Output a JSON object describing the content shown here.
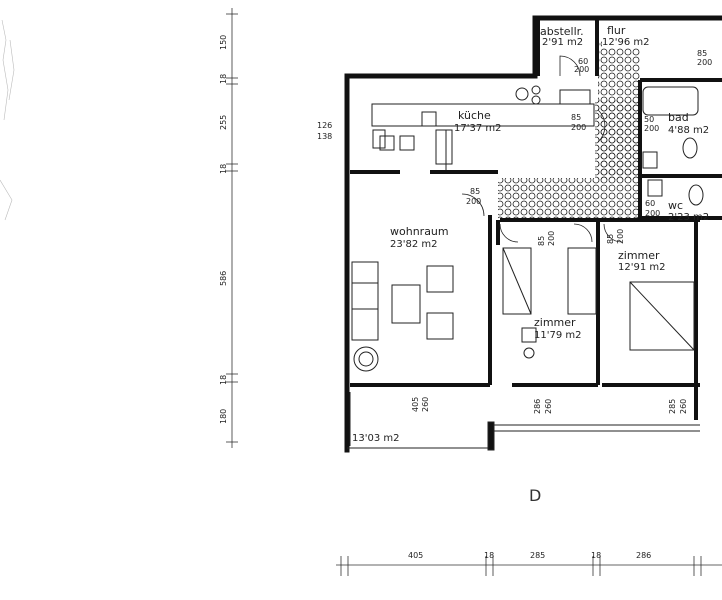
{
  "rooms": {
    "abstell": {
      "name": "abstellr.",
      "area": "2'91 m2"
    },
    "flur": {
      "name": "flur",
      "area": "12'96 m2"
    },
    "kueche": {
      "name": "küche",
      "area": "17'37 m2"
    },
    "bad": {
      "name": "bad",
      "area": "4'88 m2"
    },
    "wc": {
      "name": "wc",
      "area": "2'23 m2"
    },
    "wohnraum": {
      "name": "wohnraum",
      "area": "23'82 m2"
    },
    "zimmer1": {
      "name": "zimmer",
      "area": "12'91 m2"
    },
    "zimmer2": {
      "name": "zimmer",
      "area": "11'79 m2"
    },
    "balkon": {
      "area": "13'03 m2"
    }
  },
  "doors": {
    "kueche_side": [
      "126",
      "138"
    ],
    "abstell": [
      "60",
      "200"
    ],
    "flur_top": [
      "85",
      "200"
    ],
    "kueche": [
      "85",
      "200"
    ],
    "bad": [
      "50",
      "200"
    ],
    "wc": [
      "60",
      "200"
    ],
    "wohnraum": [
      "85",
      "200"
    ],
    "zimmer2": [
      "85",
      "200"
    ],
    "zimmer1": [
      "85",
      "200"
    ],
    "window_wohn": [
      "405",
      "260"
    ],
    "window_zim2": [
      "286",
      "260"
    ],
    "window_zim1": [
      "285",
      "260"
    ]
  },
  "dims_vertical": [
    "150",
    "18",
    "255",
    "18",
    "586",
    "18",
    "180"
  ],
  "dims_bottom": [
    "405",
    "18",
    "285",
    "18",
    "286"
  ],
  "sheet_letter": "D",
  "colors": {
    "ink": "#1a1a1a",
    "paper": "#ffffff"
  }
}
